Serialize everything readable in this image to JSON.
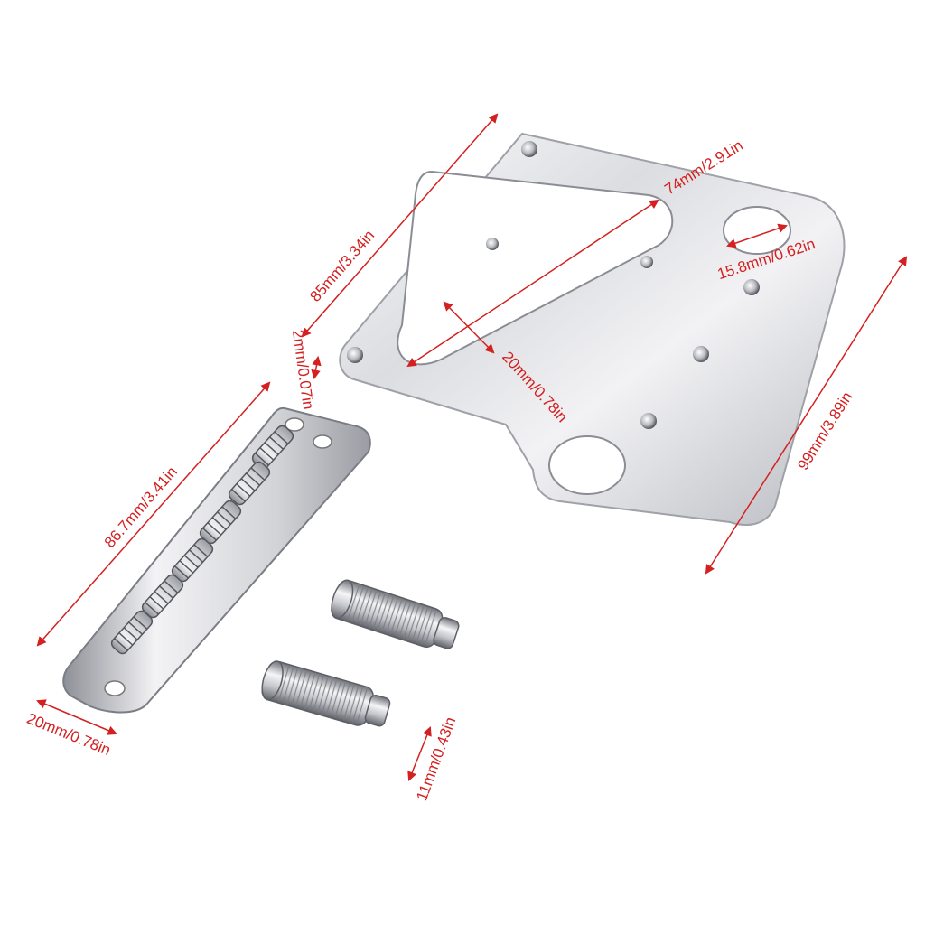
{
  "colors": {
    "dimension": "#d42020",
    "chrome_light": "#f4f4f6",
    "chrome_mid": "#c9cace",
    "chrome_dark": "#7d7f86",
    "background": "#ffffff"
  },
  "dimensions": {
    "plate_length": "85mm/3.34in",
    "slot_length": "74mm/2.91in",
    "hole_diameter": "15.8mm/0.62in",
    "slot_width": "20mm/0.78in",
    "plate_height": "99mm/3.89in",
    "plate_thickness": "2mm/0.07in",
    "bridge_length": "86.7mm/3.41in",
    "bridge_width": "20mm/0.78in",
    "post_length": "11mm/0.43in"
  }
}
